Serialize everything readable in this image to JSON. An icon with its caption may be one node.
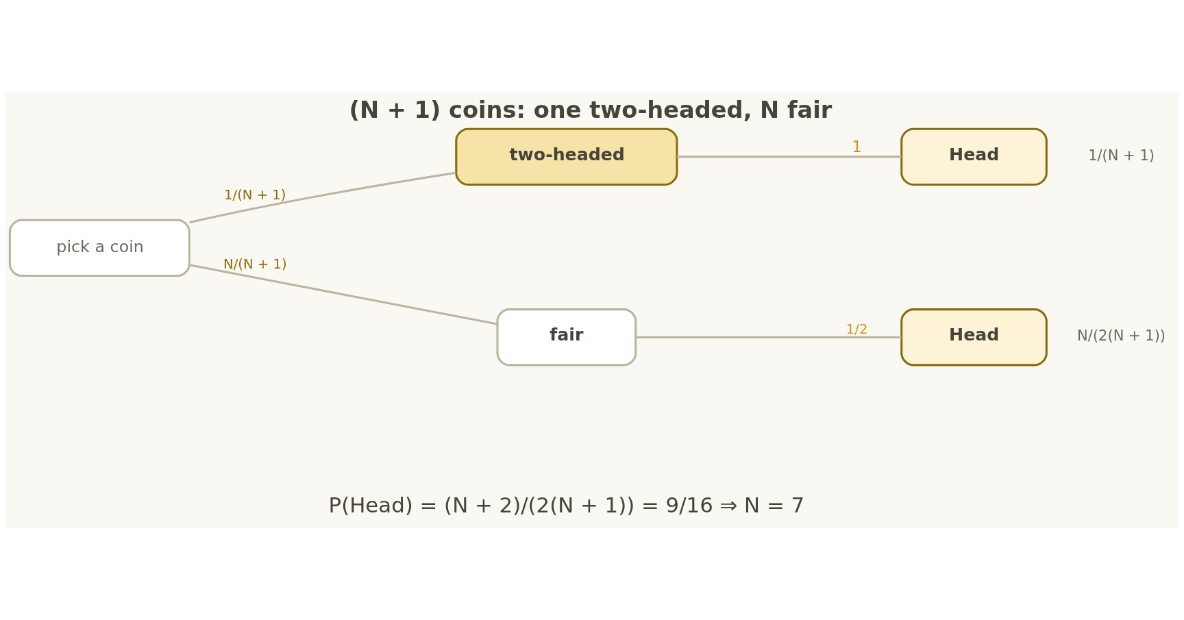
{
  "diagram": {
    "title": "(N + 1) coins: one two-headed, N fair",
    "nodes": [
      {
        "text": [
          "pick a coin"
        ]
      },
      {
        "text": [
          "two-headed"
        ]
      },
      {
        "text": [
          "Head"
        ],
        "beside": [
          "1/(N + 1)"
        ]
      },
      {
        "text": [
          "fair"
        ]
      },
      {
        "text": [
          "Head"
        ],
        "beside": [
          "N/(2(N + 1))"
        ]
      }
    ],
    "edges": [
      {
        "from": 0,
        "to": 1,
        "arrow": "none",
        "label": "1/(N + 1)"
      },
      {
        "from": 1,
        "to": 2,
        "arrow": "none",
        "label": "1"
      },
      {
        "from": 0,
        "to": 3,
        "arrow": "none",
        "label": "N/(N + 1)"
      },
      {
        "from": 3,
        "to": 4,
        "arrow": "none",
        "label": "1/2"
      }
    ],
    "labels": [
      "P(Head) = (N + 2)/(2(N + 1)) = 9/16 ⇒ N = 7"
    ]
  }
}
